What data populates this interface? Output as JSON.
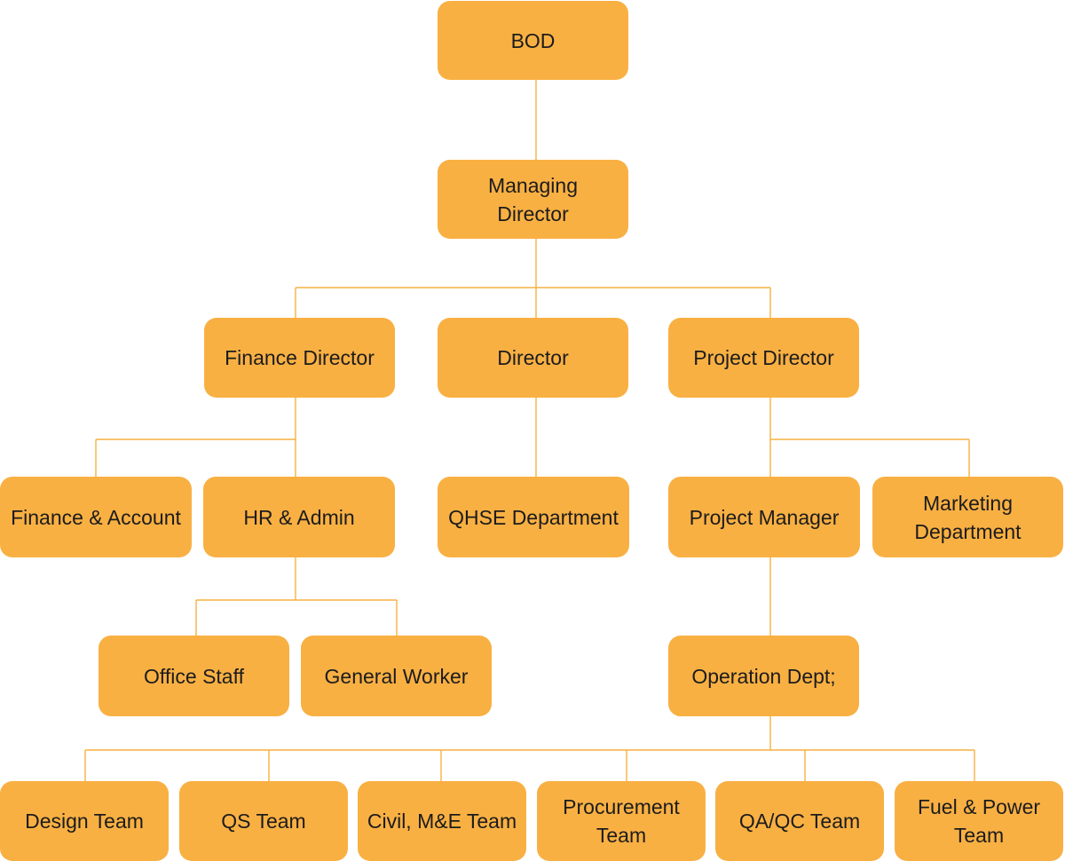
{
  "nodes": {
    "bod": "BOD",
    "managing_director": "Managing Director",
    "finance_director": "Finance Director",
    "director": "Director",
    "project_director": "Project Director",
    "finance_account": "Finance & Account",
    "hr_admin": "HR & Admin",
    "qhse_department": "QHSE Department",
    "project_manager": "Project Manager",
    "marketing_department": "Marketing Department",
    "office_staff": "Office Staff",
    "general_worker": "General Worker",
    "operation_dept": "Operation Dept;",
    "design_team": "Design Team",
    "qs_team": "QS Team",
    "civil_me_team": "Civil, M&E Team",
    "procurement_team": "Procurement Team",
    "qaqc_team": "QA/QC Team",
    "fuel_power_team": "Fuel & Power Team"
  },
  "colors": {
    "node_fill": "#f9b043",
    "connector": "#f7b040",
    "text": "#1c1c1c"
  }
}
